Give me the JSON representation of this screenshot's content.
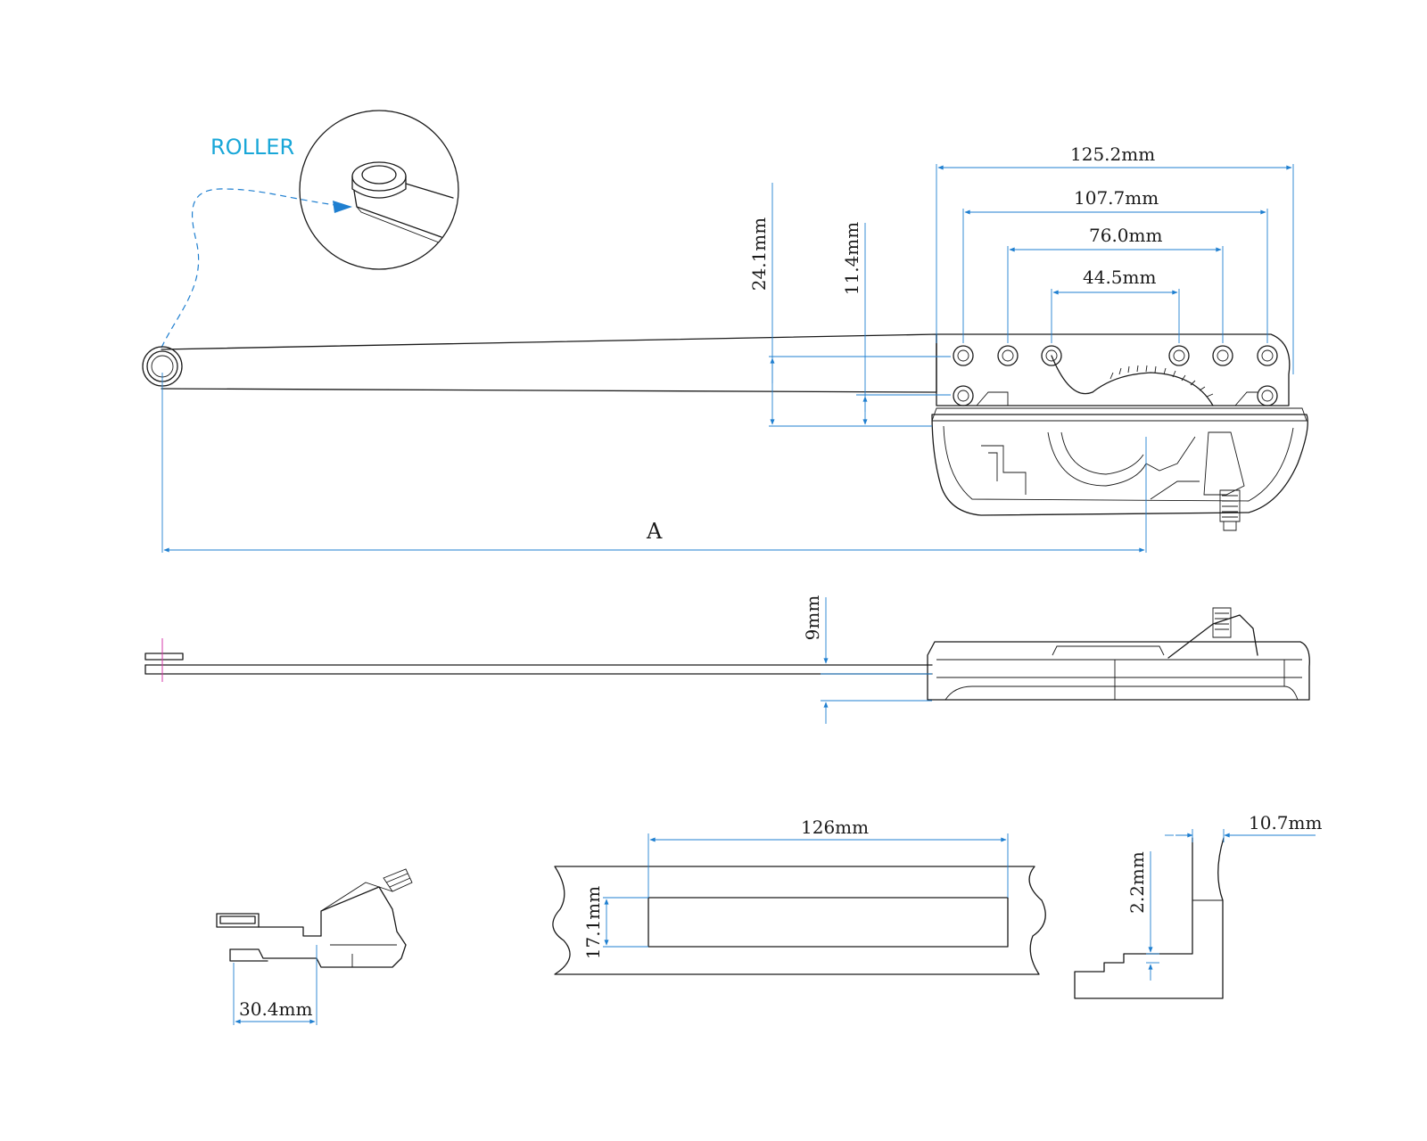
{
  "callout": {
    "label": "ROLLER",
    "color": "#19a7d8"
  },
  "dimensions": {
    "overall_width": "125.2mm",
    "hole_span_outer": "107.7mm",
    "hole_span_mid": "76.0mm",
    "hole_span_inner": "44.5mm",
    "arm_height": "24.1mm",
    "hole_row_offset": "11.4mm",
    "arm_length": "A",
    "profile_thickness": "9mm",
    "handle_offset": "30.4mm",
    "cutout_length": "126mm",
    "cutout_width": "17.1mm",
    "sash_offset": "10.7mm",
    "lip_height": "2.2mm"
  },
  "colors": {
    "dimension_line": "#1f7fd0",
    "outline": "#1a1a1a",
    "centerline": "#d63aa8"
  }
}
